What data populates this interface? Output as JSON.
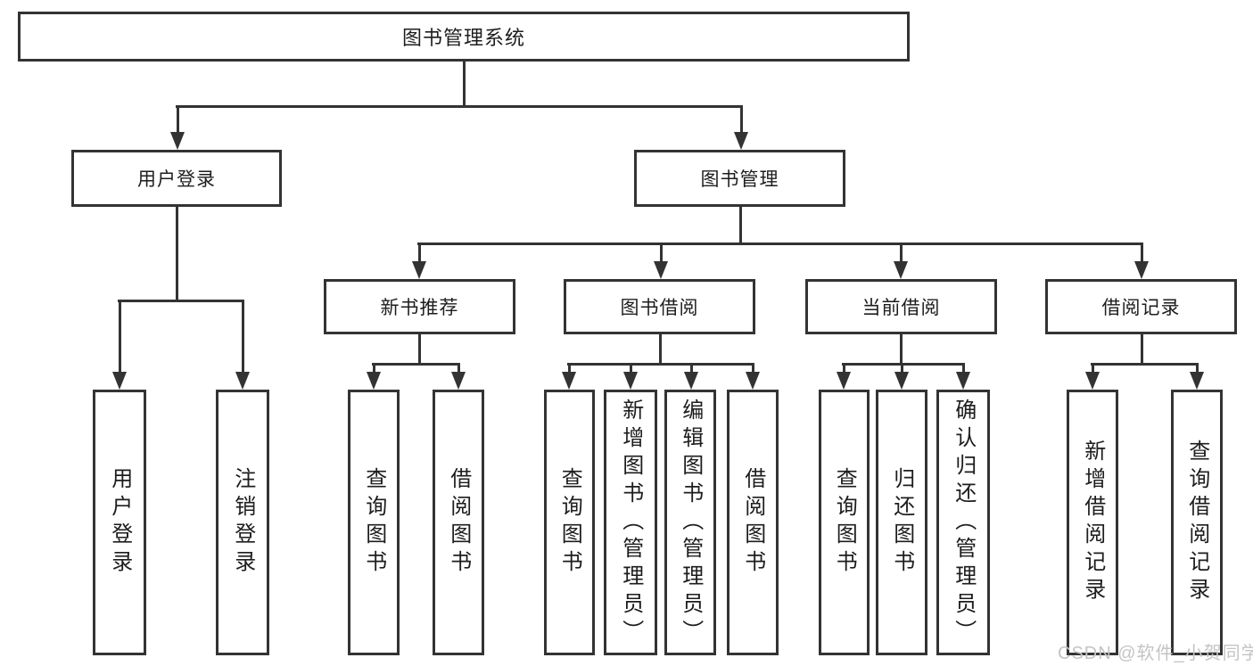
{
  "root": {
    "label": "图书管理系统"
  },
  "branches": {
    "user_login": {
      "label": "用户登录",
      "children": [
        "用户登录",
        "注销登录"
      ]
    },
    "book_management": {
      "label": "图书管理",
      "modules": [
        {
          "label": "新书推荐",
          "children": [
            "查询图书",
            "借阅图书"
          ]
        },
        {
          "label": "图书借阅",
          "children": [
            "查询图书",
            "新增图书（管理员）",
            "编辑图书（管理员）",
            "借阅图书"
          ]
        },
        {
          "label": "当前借阅",
          "children": [
            "查询图书",
            "归还图书",
            "确认归还（管理员）"
          ]
        },
        {
          "label": "借阅记录",
          "children": [
            "新增借阅记录",
            "查询借阅记录"
          ]
        }
      ]
    }
  },
  "watermark": "CSDN @软件_小贺同学",
  "colors": {
    "line": "#333333",
    "text": "#1d1d1d",
    "watermark": "#c4c4c4",
    "background": "#ffffff"
  }
}
